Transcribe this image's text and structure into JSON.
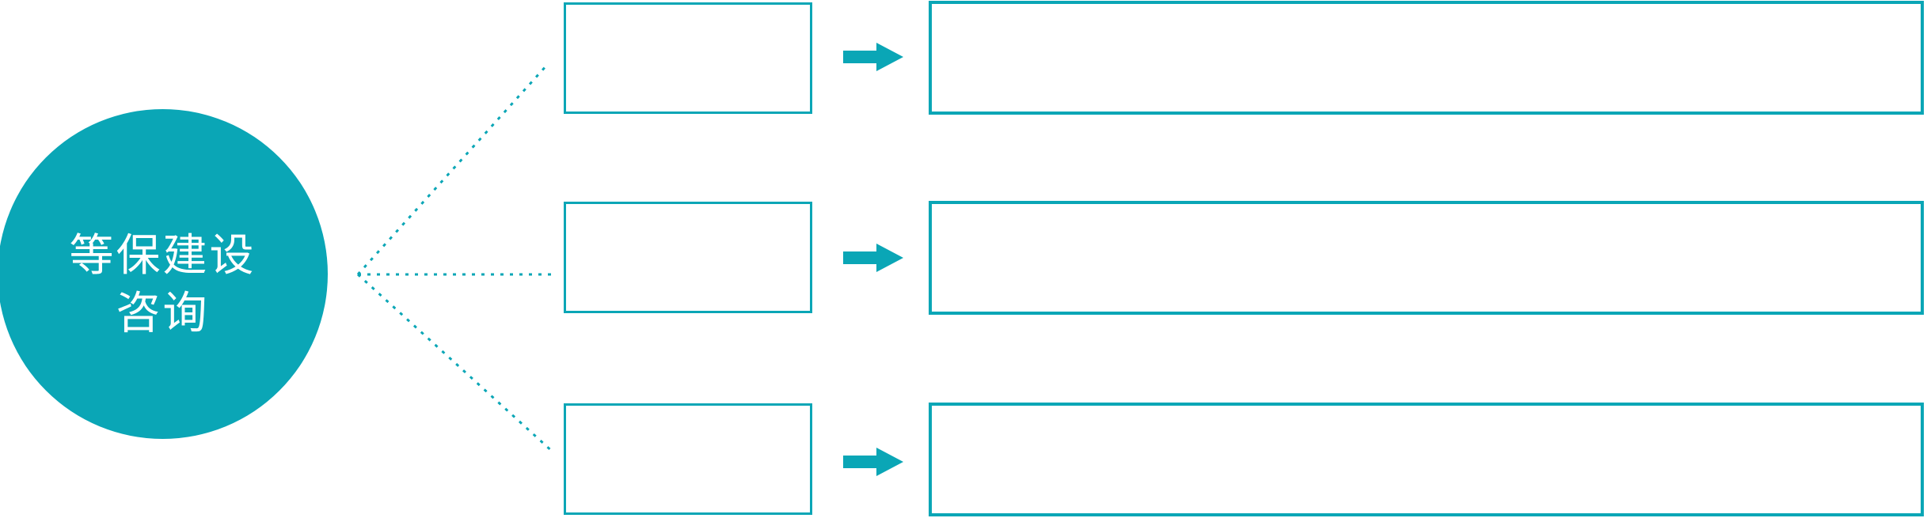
{
  "hub": {
    "line1": "等保建设",
    "line2": "咨询"
  },
  "rows": [
    {
      "category_label": "",
      "detail_label": ""
    },
    {
      "category_label": "",
      "detail_label": ""
    },
    {
      "category_label": "",
      "detail_label": ""
    }
  ],
  "colors": {
    "accent_teal": "#0AA6B6",
    "text_on_accent": "#FFFFFF",
    "background": "#FFFFFF"
  },
  "icons": {
    "arrow": "arrow-right-icon",
    "connector": "dotted-connector-line"
  }
}
